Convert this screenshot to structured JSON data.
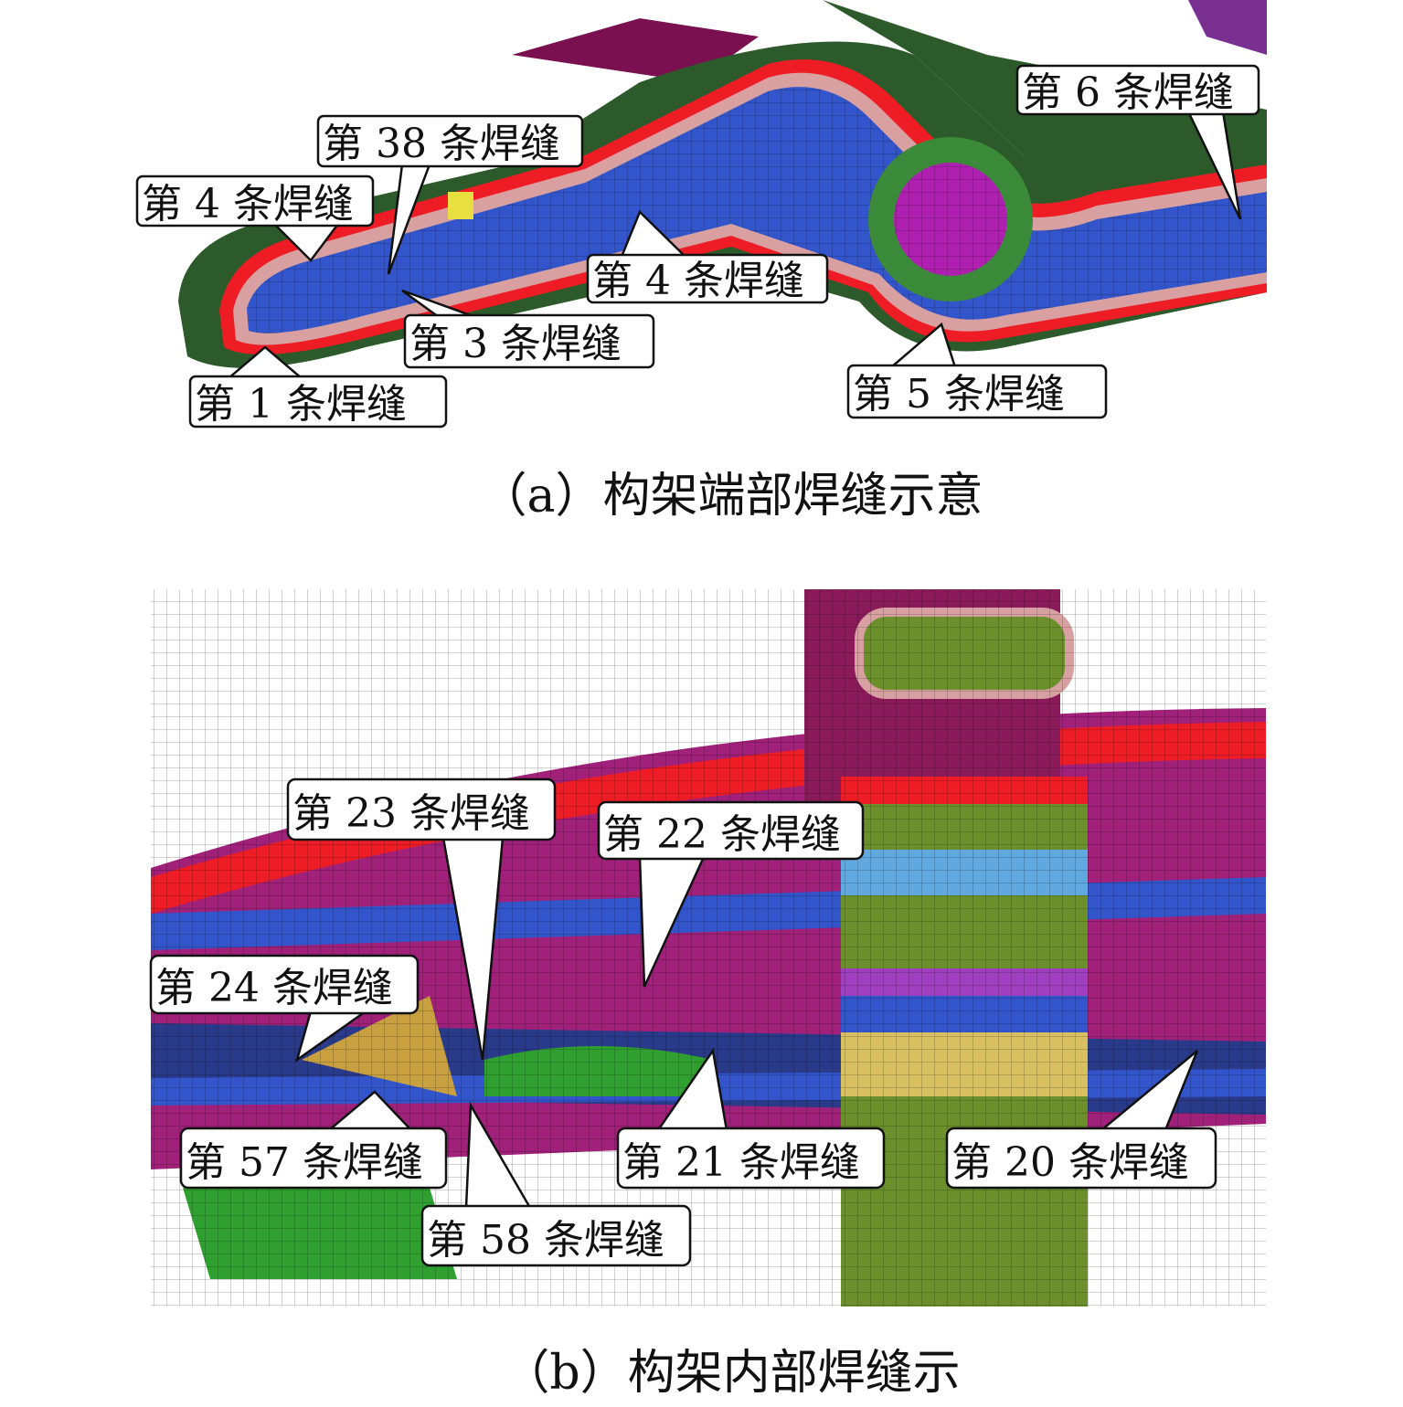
{
  "panel_a": {
    "caption": "（a）构架端部焊缝示意",
    "labels": [
      "第 6 条焊缝",
      "第 38 条焊缝",
      "第 4 条焊缝",
      "第 4 条焊缝",
      "第 3 条焊缝",
      "第 1 条焊缝",
      "第 5 条焊缝"
    ]
  },
  "panel_b": {
    "caption": "（b）构架内部焊缝示",
    "labels": [
      "第 23 条焊缝",
      "第 22 条焊缝",
      "第 24 条焊缝",
      "第 57 条焊缝",
      "第 58 条焊缝",
      "第 21 条焊缝",
      "第 20 条焊缝"
    ]
  },
  "colors": {
    "blue": "#3355cc",
    "green": "#2d5a2a",
    "magenta": "#a0207a",
    "red": "#ee1c25",
    "pink": "#d8a0a0",
    "olive": "#6b8f2a",
    "yellow": "#d8c060",
    "sky": "#60a8e0"
  }
}
